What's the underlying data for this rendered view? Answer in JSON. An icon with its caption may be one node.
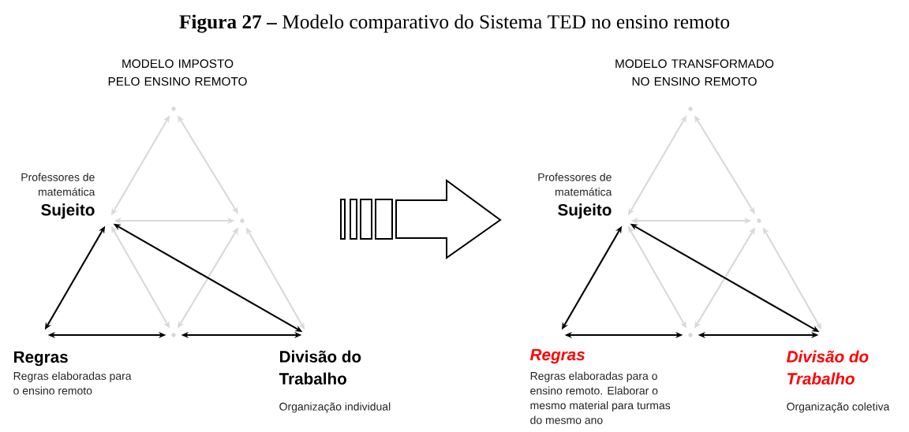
{
  "diagram": {
    "title": "**Figura 27 –** Modelo comparativo do Sistema TED no ensino remoto",
    "nodes": [
      {
        "text": [],
        "shape": "point"
      },
      {
        "text": [
          "Professores de matemática",
          "Sujeito"
        ]
      },
      {
        "text": [],
        "shape": "point"
      },
      {
        "text": [
          "Regras",
          "Regras elaboradas para o ensino remoto"
        ]
      },
      {
        "text": [],
        "shape": "point"
      },
      {
        "text": [
          "Divisão do Trabalho",
          "Organização individual"
        ]
      },
      {
        "text": [],
        "shape": "point"
      },
      {
        "text": [
          "Professores de matemática",
          "Sujeito"
        ]
      },
      {
        "text": [],
        "shape": "point"
      },
      {
        "text": [
          "Regras",
          "Regras elaboradas para o ensino remoto. Elaborar o mesmo material para turmas do mesmo ano"
        ]
      },
      {
        "text": [],
        "shape": "point"
      },
      {
        "text": [
          "Divisão do Trabalho",
          "Organização coletiva"
        ]
      }
    ],
    "edges": [
      {
        "from": 0,
        "to": 1,
        "arrow": "both"
      },
      {
        "from": 0,
        "to": 2,
        "arrow": "both"
      },
      {
        "from": 1,
        "to": 2,
        "arrow": "both"
      },
      {
        "from": 1,
        "to": 4,
        "arrow": "both"
      },
      {
        "from": 2,
        "to": 4,
        "arrow": "both"
      },
      {
        "from": 2,
        "to": 5,
        "arrow": "both"
      },
      {
        "from": 1,
        "to": 3,
        "arrow": "both",
        "color": "#000000"
      },
      {
        "from": 1,
        "to": 5,
        "arrow": "both",
        "color": "#000000"
      },
      {
        "from": 3,
        "to": 4,
        "arrow": "both",
        "color": "#000000"
      },
      {
        "from": 4,
        "to": 5,
        "arrow": "both",
        "color": "#000000"
      },
      {
        "from": 6,
        "to": 7,
        "arrow": "both"
      },
      {
        "from": 6,
        "to": 8,
        "arrow": "both"
      },
      {
        "from": 7,
        "to": 8,
        "arrow": "both"
      },
      {
        "from": 7,
        "to": 10,
        "arrow": "both"
      },
      {
        "from": 8,
        "to": 10,
        "arrow": "both"
      },
      {
        "from": 8,
        "to": 11,
        "arrow": "both"
      },
      {
        "from": 7,
        "to": 9,
        "arrow": "both",
        "color": "#000000"
      },
      {
        "from": 7,
        "to": 11,
        "arrow": "both",
        "color": "#000000"
      },
      {
        "from": 9,
        "to": 10,
        "arrow": "both",
        "color": "#000000"
      },
      {
        "from": 10,
        "to": 11,
        "arrow": "both",
        "color": "#000000"
      }
    ],
    "labels": [
      "MODELO IMPOSTO PELO ENSINO REMOTO",
      "MODELO TRANSFORMADO NO ENSINO REMOTO"
    ]
  }
}
